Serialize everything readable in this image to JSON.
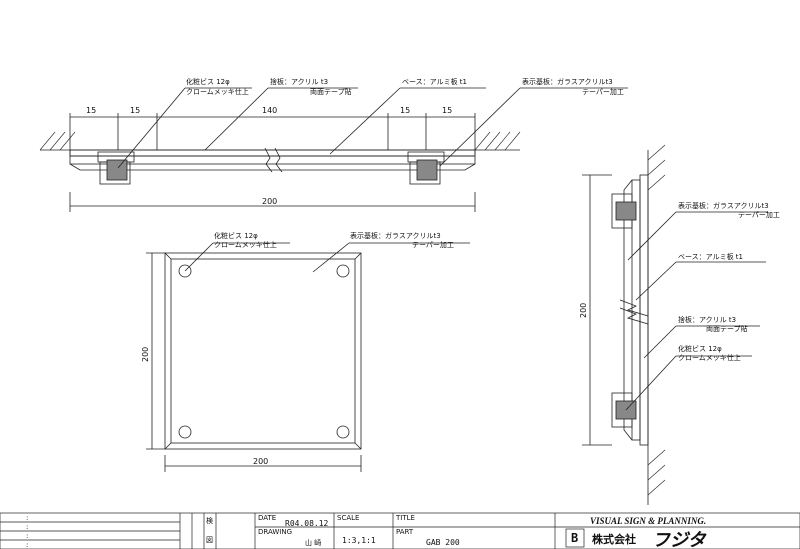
{
  "top_view": {
    "dims": [
      "15",
      "15",
      "140",
      "15",
      "15",
      "200"
    ],
    "labels": {
      "screw": [
        "化粧ビス 12φ",
        "クロームメッキ仕上"
      ],
      "back_plate": [
        "捨板：アクリル  t3",
        "両面テープ貼"
      ],
      "base": [
        "ベース：アルミ板  t1"
      ],
      "display": [
        "表示基板：ガラスアクリルt3",
        "テーパー加工"
      ]
    }
  },
  "front_view": {
    "width_dim": "200",
    "height_dim": "200",
    "labels": {
      "screw": [
        "化粧ビス 12φ",
        "クロームメッキ仕上"
      ],
      "display": [
        "表示基板：ガラスアクリルt3",
        "テーパー加工"
      ]
    }
  },
  "side_view": {
    "height_dim": "200",
    "labels": {
      "display": [
        "表示基板：ガラスアクリルt3",
        "テーパー加工"
      ],
      "base": [
        "ベース：アルミ板  t1"
      ],
      "back_plate": [
        "捨板：アクリル  t3",
        "両面テープ貼"
      ],
      "screw": [
        "化粧ビス 12φ",
        "クロームメッキ仕上"
      ]
    }
  },
  "title_block": {
    "rev_marks": [
      ":",
      ":",
      ":",
      ":"
    ],
    "stamps": [
      "検",
      "図"
    ],
    "date_label": "DATE",
    "date_value": "R04.08.12",
    "drawing_label": "DRAWING",
    "drawing_value": "山 崎",
    "scale_label": "SCALE",
    "scale_value": "1:3,1:1",
    "title_label": "TITLE",
    "part_label": "PART",
    "part_value": "GAB 200",
    "brand": "VISUAL SIGN & PLANNING.",
    "company": "株式会社",
    "company_logo": "フジタ",
    "logo_mark": "B"
  }
}
